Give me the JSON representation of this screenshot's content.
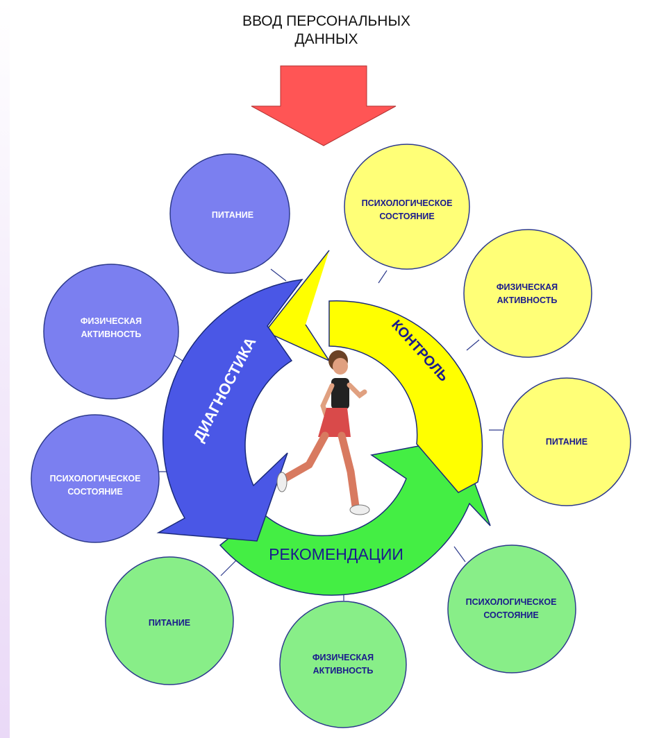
{
  "header": {
    "title_line1": "ВВОД ПЕРСОНАЛЬНЫХ",
    "title_line2": "ДАННЫХ"
  },
  "colors": {
    "blue_circle": "#7b7ff0",
    "blue_arrow": "#4a57e6",
    "yellow": "#ffff66",
    "yellow_arrow": "#ffff00",
    "green_circle": "#88ee88",
    "green_arrow": "#44ee44",
    "red_arrow": "#ff5555",
    "circle_text_blue": "#ffffff",
    "circle_text_dark": "#1a1a8c"
  },
  "cycle": {
    "diagnostics": "ДИАГНОСТИКА",
    "control": "КОНТРОЛЬ",
    "recommendations": "РЕКОМЕНДАЦИИ"
  },
  "blue_group": {
    "nutrition": "ПИТАНИЕ",
    "activity_line1": "ФИЗИЧЕСКАЯ",
    "activity_line2": "АКТИВНОСТЬ",
    "psych_line1": "ПСИХОЛОГИЧЕСКОЕ",
    "psych_line2": "СОСТОЯНИЕ"
  },
  "yellow_group": {
    "psych_line1": "ПСИХОЛОГИЧЕСКОЕ",
    "psych_line2": "СОСТОЯНИЕ",
    "activity_line1": "ФИЗИЧЕСКАЯ",
    "activity_line2": "АКТИВНОСТЬ",
    "nutrition": "ПИТАНИЕ"
  },
  "green_group": {
    "nutrition": "ПИТАНИЕ",
    "activity_line1": "ФИЗИЧЕСКАЯ",
    "activity_line2": "АКТИВНОСТЬ",
    "psych_line1": "ПСИХОЛОГИЧЕСКОЕ",
    "psych_line2": "СОСТОЯНИЕ"
  }
}
